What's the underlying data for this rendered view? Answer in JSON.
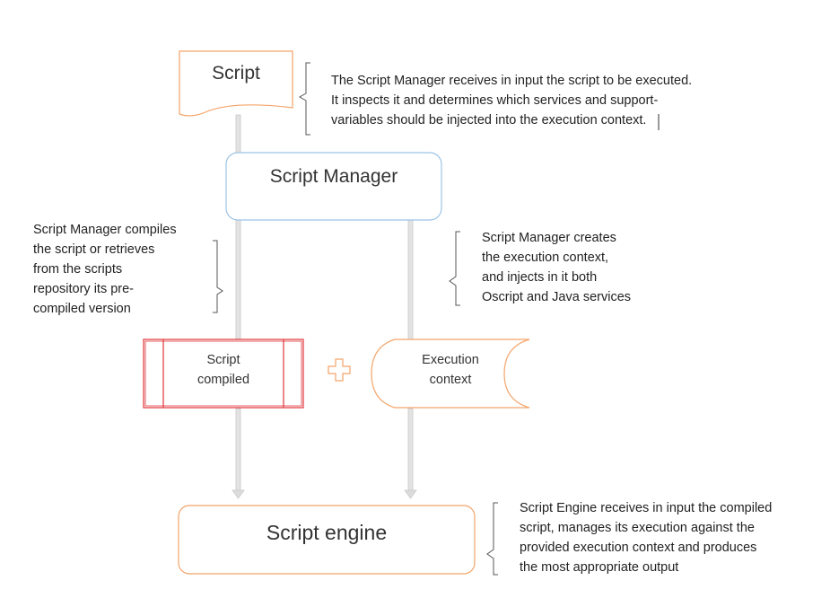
{
  "nodes": {
    "script": "Script",
    "script_manager": "Script Manager",
    "script_compiled": [
      "Script",
      "compiled"
    ],
    "execution_context": [
      "Execution",
      "context"
    ],
    "script_engine": "Script engine"
  },
  "notes": {
    "manager_input": [
      "The Script Manager receives in input the script to be executed.",
      "It inspects it and determines which services and support-",
      "variables should be injected into the execution context."
    ],
    "manager_compiles": [
      "Script Manager compiles",
      "the script or retrieves",
      "from the scripts",
      "repository its pre-",
      "compiled version"
    ],
    "manager_creates": [
      "Script Manager creates",
      "the execution context,",
      "and injects in it both",
      "Oscript and Java services"
    ],
    "engine_receives": [
      "Script Engine receives in input the compiled",
      "script, manages its execution against the",
      "provided  execution context and produces",
      "the most appropriate output"
    ]
  },
  "colors": {
    "orange": "#f4a46a",
    "blue": "#9cc3e6",
    "red": "#e0363b",
    "connector": "#c9c9c9",
    "bracket": "#555555"
  }
}
